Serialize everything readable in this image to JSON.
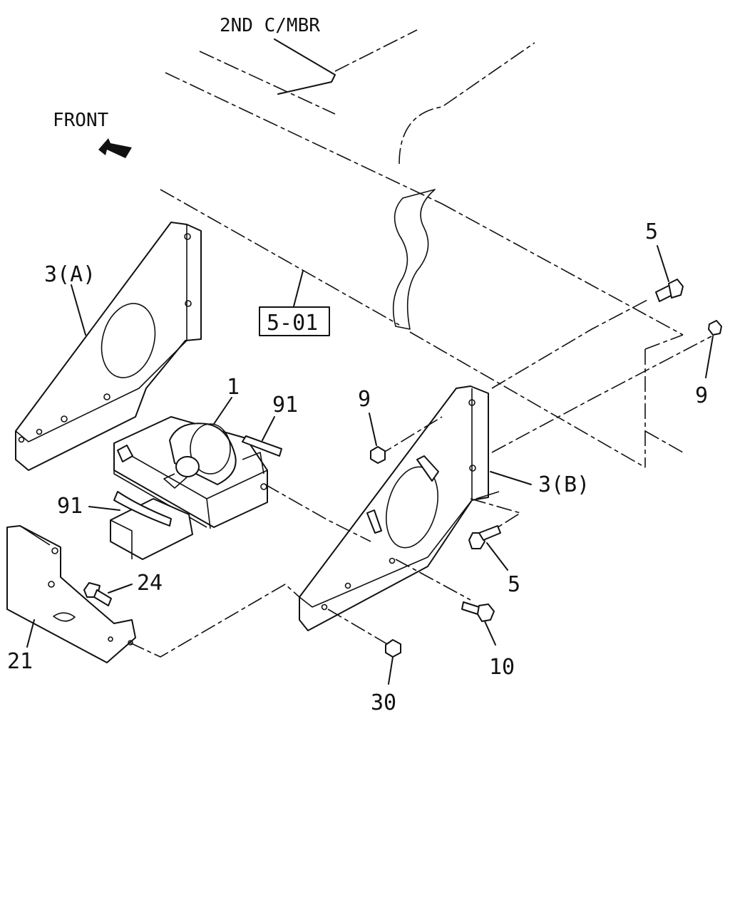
{
  "labels": {
    "second_crossmember": "2ND C/MBR",
    "front": "FRONT",
    "ref_box": "5-01",
    "bracket_a": "3(A)",
    "bracket_b": "3(B)",
    "part_1": "1",
    "part_91_upper": "91",
    "part_91_lower": "91",
    "part_5_upper": "5",
    "part_5_lower": "5",
    "part_9_left": "9",
    "part_9_right": "9",
    "part_24": "24",
    "part_21": "21",
    "part_10": "10",
    "part_30": "30"
  }
}
